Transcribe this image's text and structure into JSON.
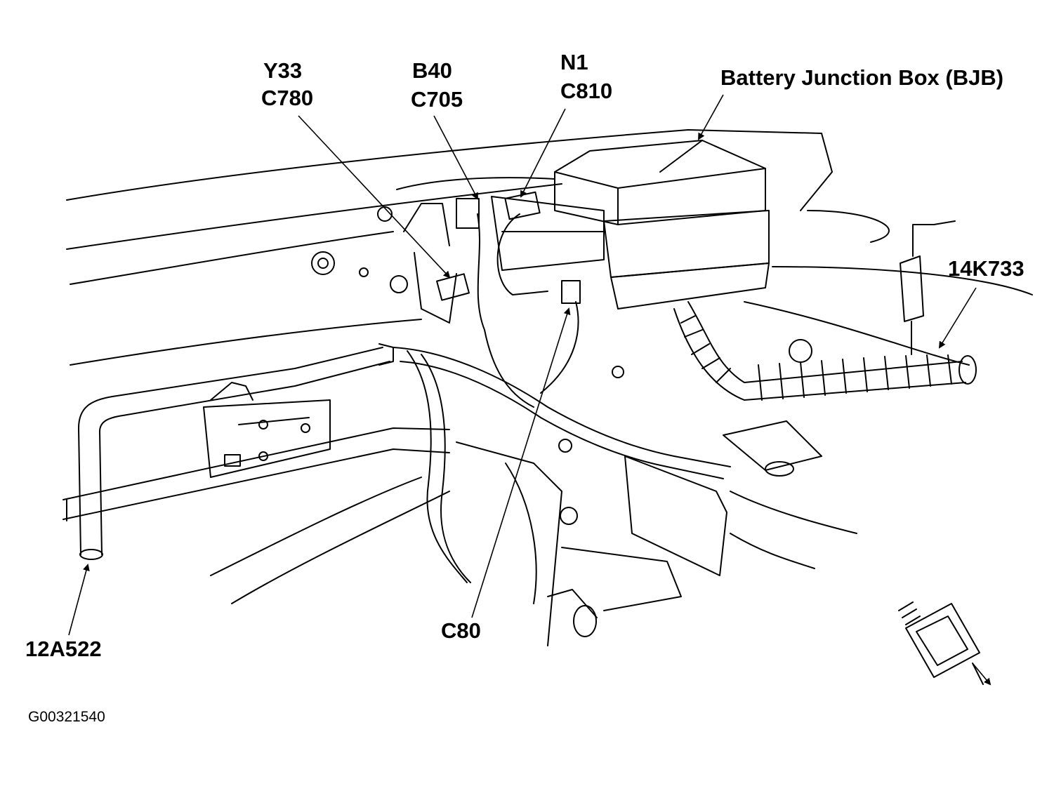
{
  "labels": {
    "y33": "Y33",
    "c780": "C780",
    "b40": "B40",
    "c705": "C705",
    "n1": "N1",
    "c810": "C810",
    "bjb": "Battery Junction Box (BJB)",
    "k733": "14K733",
    "a522": "12A522",
    "c80": "C80"
  },
  "figure_id": "G00321540"
}
